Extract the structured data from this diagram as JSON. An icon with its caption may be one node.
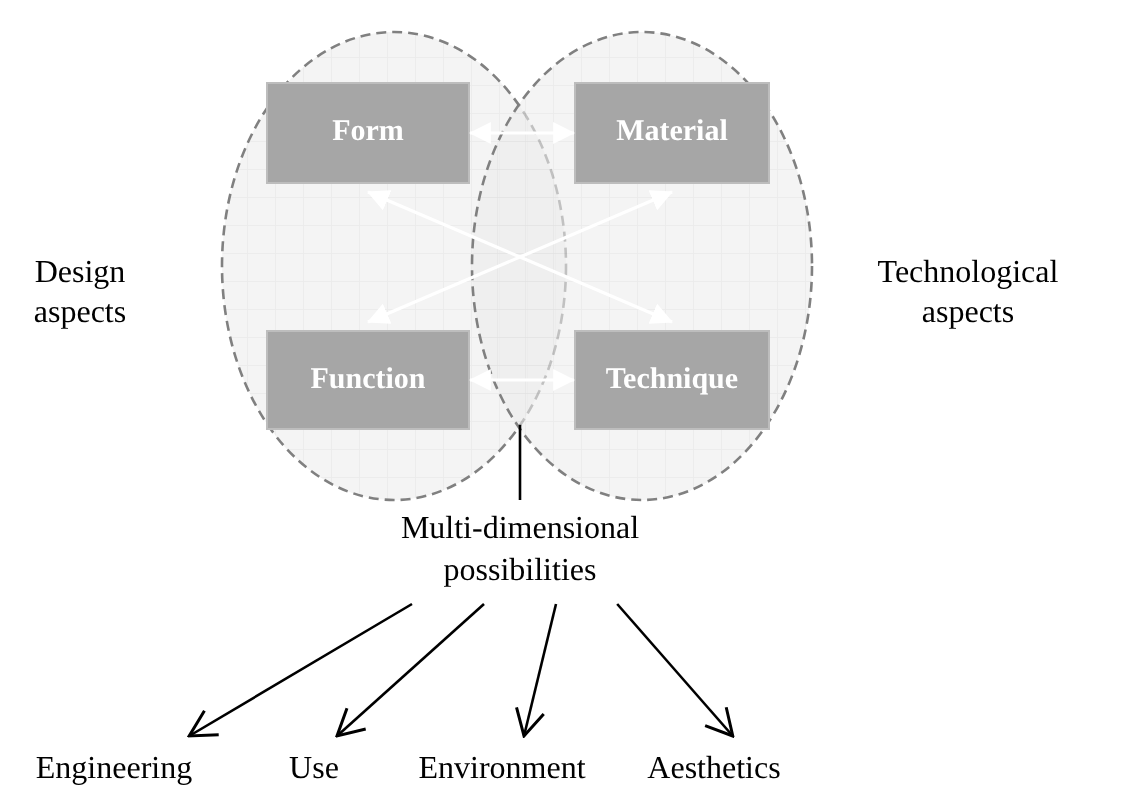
{
  "diagram": {
    "nodes": [
      {
        "text": [
          "Design aspects"
        ]
      },
      {
        "text": [
          "Form"
        ],
        "in": 0
      },
      {
        "text": [
          "Function"
        ],
        "in": 0
      },
      {
        "text": [
          "Technological aspects"
        ]
      },
      {
        "text": [
          "Material"
        ],
        "in": 3
      },
      {
        "text": [
          "Technique"
        ],
        "in": 3
      },
      {
        "text": [
          "Multi-dimensional possibilities"
        ]
      },
      {
        "text": [
          "Engineering"
        ]
      },
      {
        "text": [
          "Use"
        ]
      },
      {
        "text": [
          "Environment"
        ]
      },
      {
        "text": [
          "Aesthetics"
        ]
      }
    ],
    "edges": [
      {
        "from": 1,
        "to": 4,
        "arrow": "both",
        "color": "#ffffff"
      },
      {
        "from": 1,
        "to": 5,
        "arrow": "both",
        "color": "#ffffff"
      },
      {
        "from": 4,
        "to": 2,
        "arrow": "both",
        "color": "#ffffff"
      },
      {
        "from": 2,
        "to": 5,
        "arrow": "both",
        "color": "#ffffff"
      },
      {
        "from": 0,
        "to": 6,
        "arrow": "none"
      },
      {
        "from": 6,
        "to": 7,
        "arrow": "to"
      },
      {
        "from": 6,
        "to": 8,
        "arrow": "to"
      },
      {
        "from": 6,
        "to": 9,
        "arrow": "to"
      },
      {
        "from": 6,
        "to": 10,
        "arrow": "to"
      }
    ]
  }
}
